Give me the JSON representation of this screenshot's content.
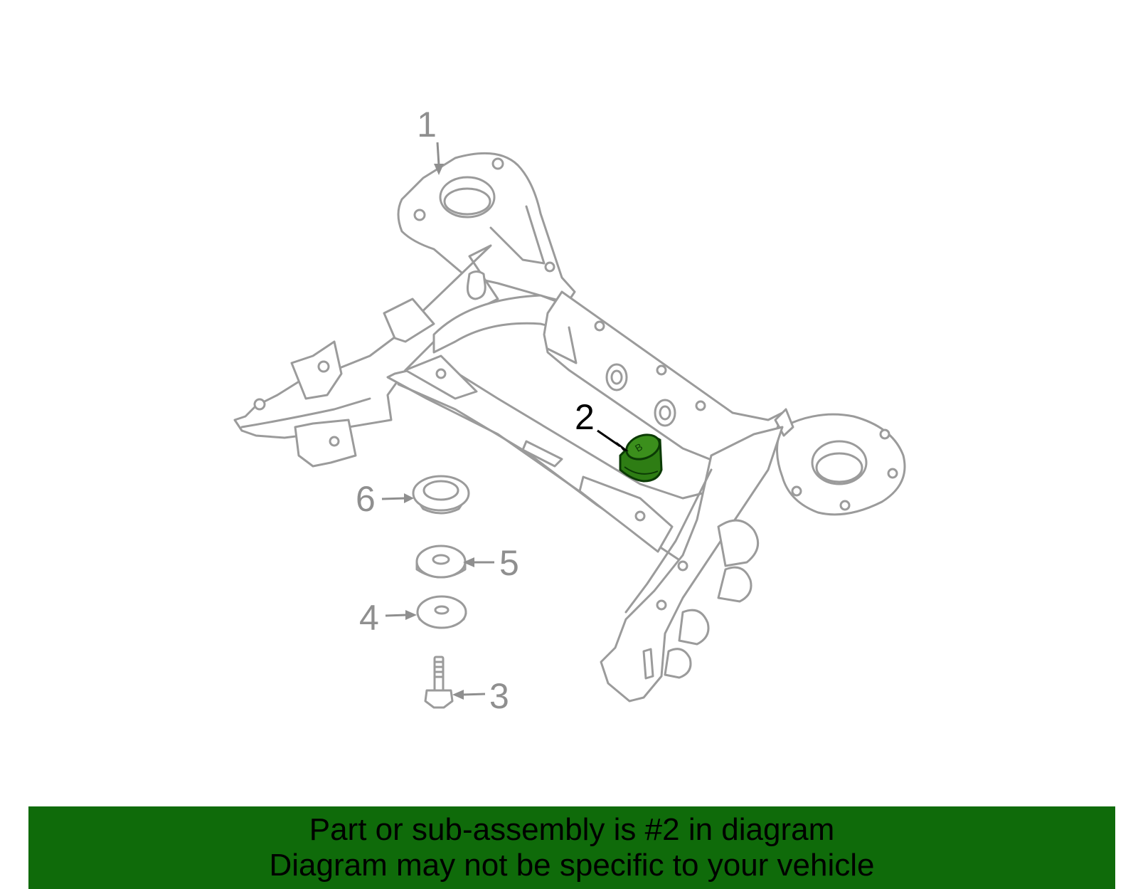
{
  "diagram": {
    "callouts": {
      "c1": "1",
      "c2": "2",
      "c3": "3",
      "c4": "4",
      "c5": "5",
      "c6": "6"
    },
    "highlighted_callout": "2",
    "highlight_part_marking": "B",
    "colors": {
      "line_art": "#9b9b9b",
      "highlight_fill": "#2e7d14",
      "banner_background": "#0f6b0a",
      "banner_text": "#000000"
    }
  },
  "banner": {
    "line1": "Part or sub-assembly is #2 in diagram",
    "line2": "Diagram may not be specific to your vehicle"
  }
}
